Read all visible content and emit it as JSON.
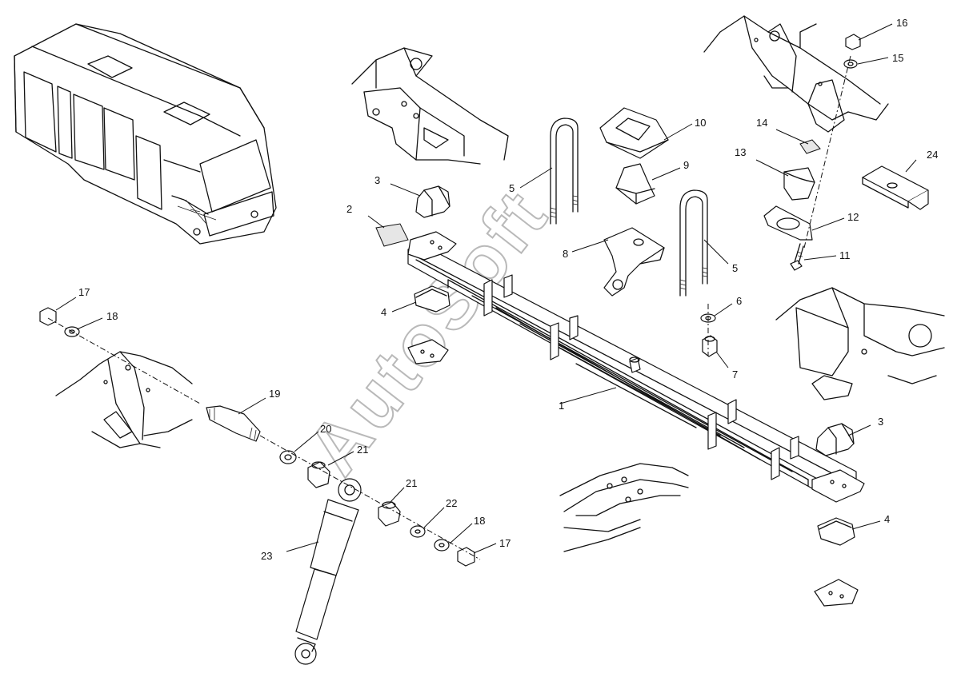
{
  "watermark": "AutoSoft",
  "callouts": [
    {
      "id": "c1",
      "label": "1"
    },
    {
      "id": "c2",
      "label": "2"
    },
    {
      "id": "c3a",
      "label": "3"
    },
    {
      "id": "c3b",
      "label": "3"
    },
    {
      "id": "c4a",
      "label": "4"
    },
    {
      "id": "c4b",
      "label": "4"
    },
    {
      "id": "c5a",
      "label": "5"
    },
    {
      "id": "c5b",
      "label": "5"
    },
    {
      "id": "c6",
      "label": "6"
    },
    {
      "id": "c7",
      "label": "7"
    },
    {
      "id": "c8",
      "label": "8"
    },
    {
      "id": "c9",
      "label": "9"
    },
    {
      "id": "c10",
      "label": "10"
    },
    {
      "id": "c11",
      "label": "11"
    },
    {
      "id": "c12",
      "label": "12"
    },
    {
      "id": "c13",
      "label": "13"
    },
    {
      "id": "c14",
      "label": "14"
    },
    {
      "id": "c15",
      "label": "15"
    },
    {
      "id": "c16",
      "label": "16"
    },
    {
      "id": "c17a",
      "label": "17"
    },
    {
      "id": "c17b",
      "label": "17"
    },
    {
      "id": "c18a",
      "label": "18"
    },
    {
      "id": "c18b",
      "label": "18"
    },
    {
      "id": "c19",
      "label": "19"
    },
    {
      "id": "c20",
      "label": "20"
    },
    {
      "id": "c21a",
      "label": "21"
    },
    {
      "id": "c21b",
      "label": "21"
    },
    {
      "id": "c22",
      "label": "22"
    },
    {
      "id": "c23",
      "label": "23"
    },
    {
      "id": "c24",
      "label": "24"
    }
  ]
}
